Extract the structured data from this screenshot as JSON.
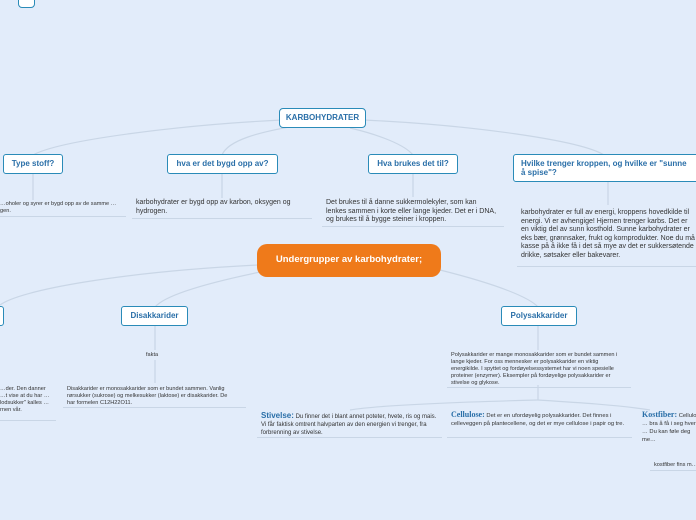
{
  "root": {
    "label": "KARBOHYDRATER"
  },
  "topics": [
    {
      "label": "Type stoff?",
      "note": "…oholer og syrer er bygd opp av de samme …gen."
    },
    {
      "label": "hva er det bygd opp av?",
      "note": "karbohydrater er bygd opp av karbon, oksygen og hydrogen."
    },
    {
      "label": "Hva brukes det til?",
      "note": "Det brukes til å danne sukkermolekyler, som kan lenkes sammen i korte eller lange kjeder. Det er i DNA, og brukes til å bygge steiner i kroppen."
    },
    {
      "label": "Hvilke trenger kroppen, og hvilke er \"sunne å spise\"?",
      "note": "karbohydrater er full av energi, kroppens hovedkilde til energi. Vi er avhengige! Hjernen trenger karbs. Det er en viktig del av sunn kosthold. Sunne karbohydrater er eks bær, grønnsaker, frukt og kornprodukter. Noe du må kasse på å ikke få i det så mye av det er sukkersøtende drikke, søtsaker eller bakevarer."
    }
  ],
  "central": {
    "label": "Undergrupper av karbohydrater;"
  },
  "subgroups": {
    "left_note": "…der. Den danner …t vise at du har …lodsukker\" kalles …rnen vår.",
    "disakkarider": {
      "label": "Disakkarider",
      "fakta": "fakta",
      "note": "Disakkarider er monosakkarider som er bundet sammen. Vanlig rørsukker (sukrose) og melkesukker (laktose) er disakkarider. De har formelen C12H22O11."
    },
    "polysakkarider": {
      "label": "Polysakkarider",
      "note": "Polysakkarider er mange monosakkarider som er bundet sammen i lange kjeder. For oss mennesker er polysakkarider en viktig energikilde. I spyttet og fordøyelsessystemet har vi noen spesielle proteiner (enzymer). Eksempler på fordøyelige polysakkarider er stivelse og glykose.",
      "stivelse": {
        "title": "Stivelse:",
        "text": "Du finner det i blant annet poteter, hvete, ris og mais. Vi får faktisk omtrent halvparten av den energien vi trenger, fra forbrenning av stivelse."
      },
      "cellulose": {
        "title": "Cellulose:",
        "text": "Det er en ufordøyelig polysakkarider. Det finnes i celleveggen på plantecellene, og det er mye cellulose i papir og tre."
      },
      "kostfiber": {
        "title": "Kostfiber:",
        "text": "Cellulose … bra å få i seg hver … Du kan føle deg me…",
        "extra": "kostfiber fins m…"
      }
    }
  }
}
